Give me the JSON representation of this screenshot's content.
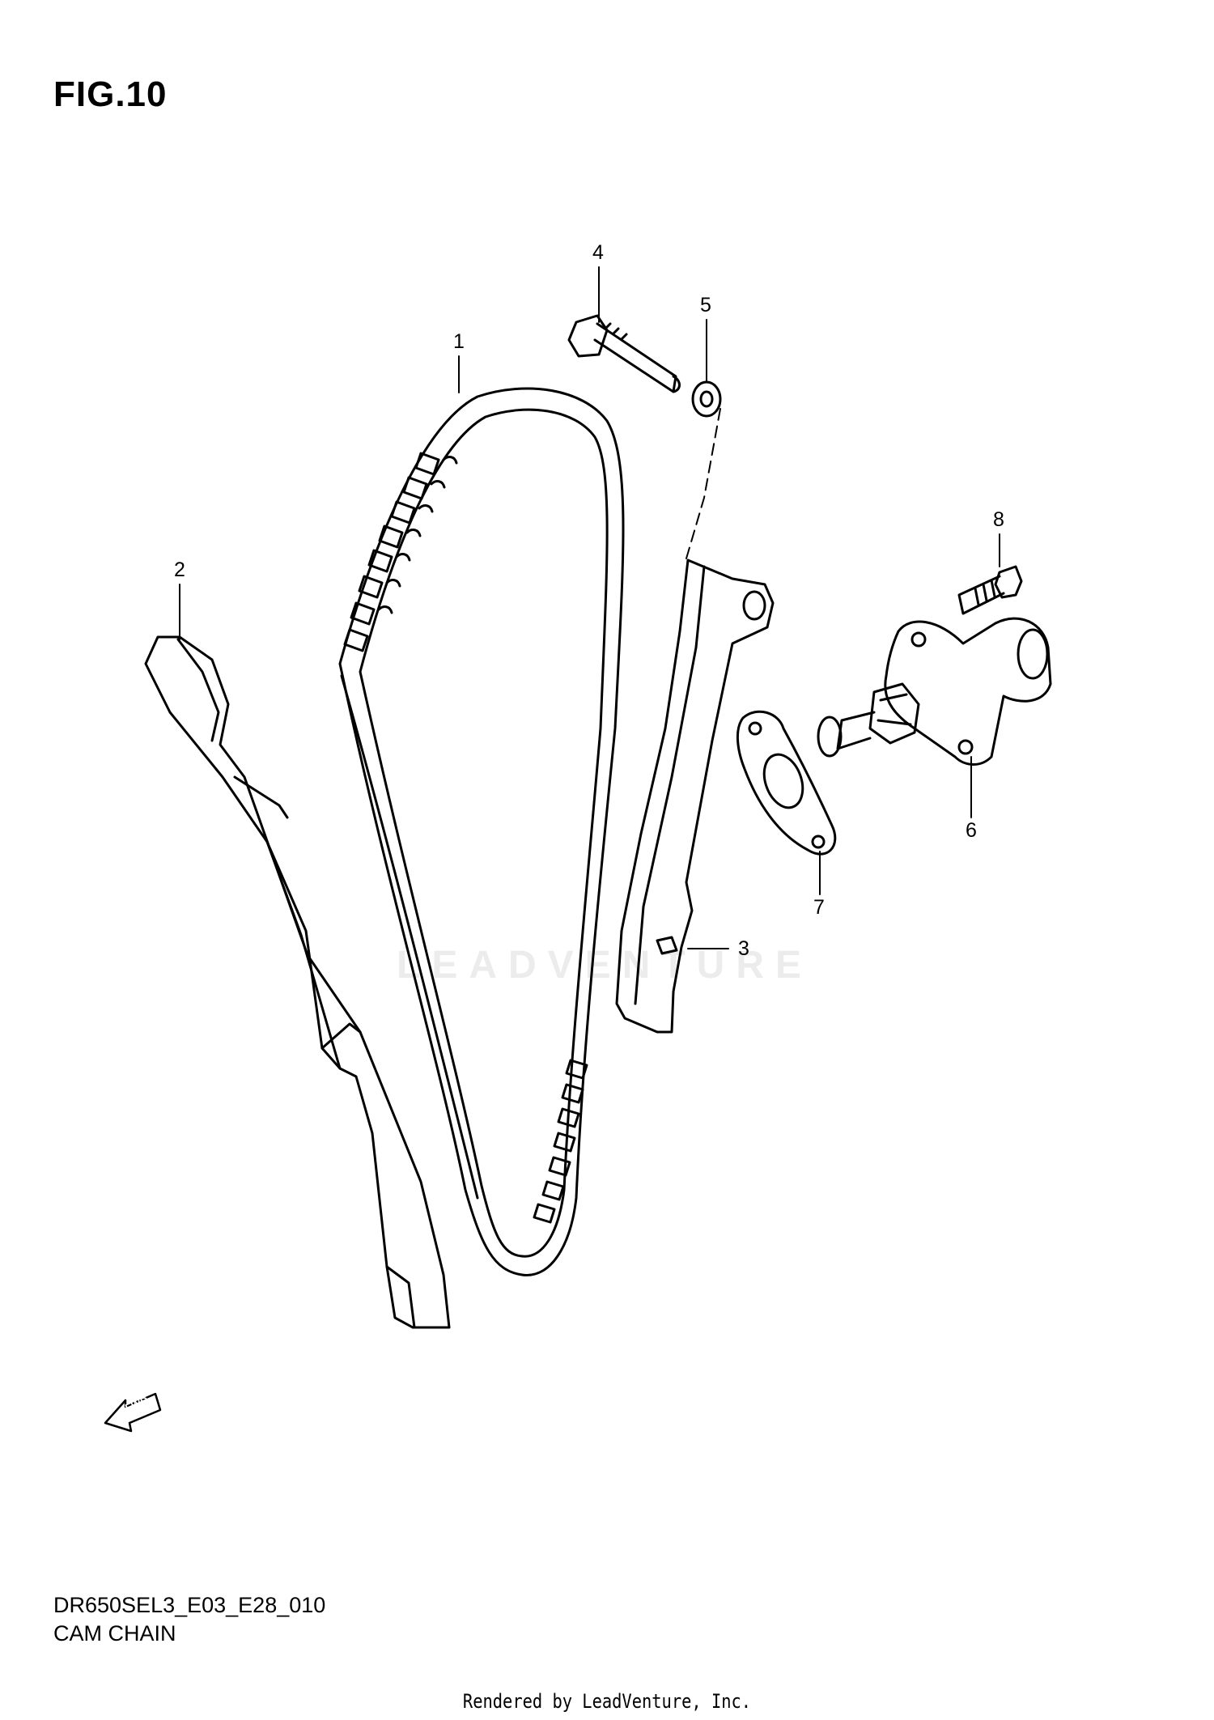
{
  "figure": {
    "title": "FIG.10"
  },
  "watermark": "LEADVENTURE",
  "callouts": [
    {
      "number": "1",
      "part": "cam-chain"
    },
    {
      "number": "2",
      "part": "cam-chain-guide"
    },
    {
      "number": "3",
      "part": "cam-chain-tensioner"
    },
    {
      "number": "4",
      "part": "bolt"
    },
    {
      "number": "5",
      "part": "washer"
    },
    {
      "number": "6",
      "part": "tensioner-adjuster"
    },
    {
      "number": "7",
      "part": "gasket"
    },
    {
      "number": "8",
      "part": "bolt"
    }
  ],
  "fwd_arrow": {
    "label": "FWD"
  },
  "footer": {
    "code": "DR650SEL3_E03_E28_010",
    "name": "CAM CHAIN",
    "rendered_by": "Rendered by LeadVenture, Inc."
  }
}
